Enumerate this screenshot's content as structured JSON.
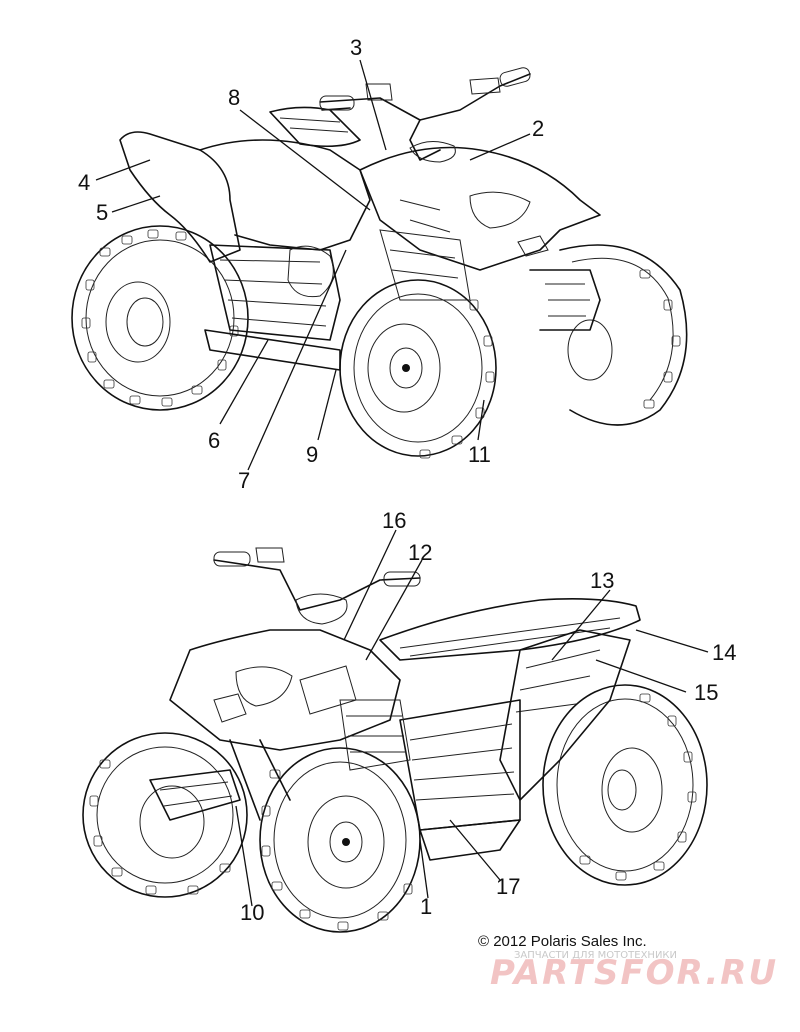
{
  "callouts_top": [
    "3",
    "8",
    "2",
    "4",
    "5",
    "6",
    "7",
    "9",
    "11"
  ],
  "callouts_bottom": [
    "16",
    "12",
    "13",
    "14",
    "15",
    "10",
    "1",
    "17"
  ],
  "copyright": "© 2012 Polaris Sales Inc.",
  "watermark": {
    "small": "ЗАПЧАСТИ ДЛЯ МОТОТЕХНИКИ",
    "brand": "PARTSFOR.RU"
  },
  "colors": {
    "line": "#111111",
    "watermark_brand": "#f2c4c4"
  }
}
